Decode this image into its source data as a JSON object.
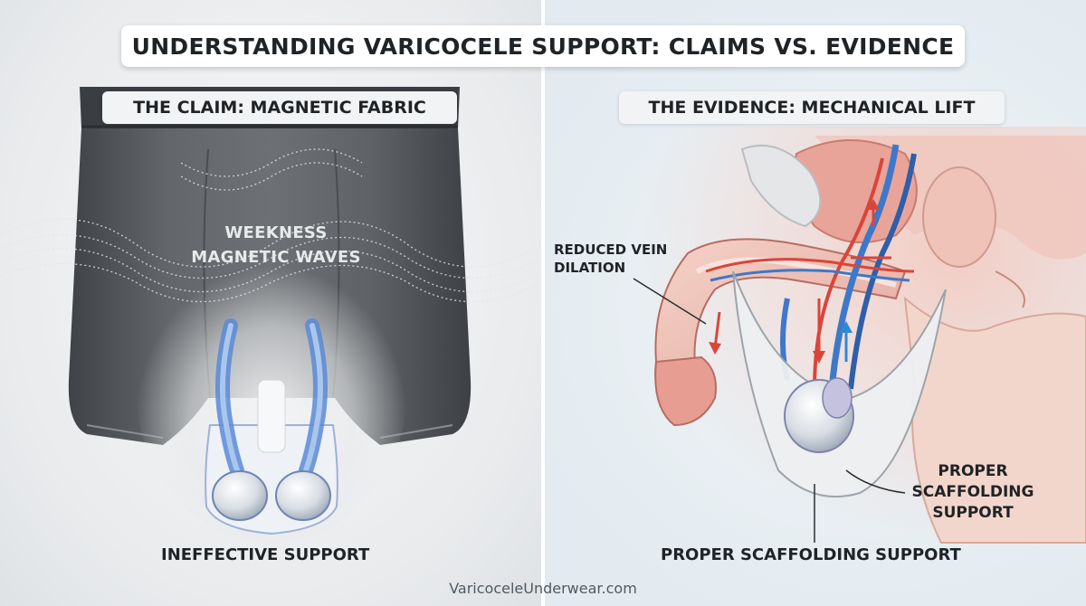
{
  "title": "UNDERSTANDING VARICOCELE SUPPORT: CLAIMS VS. EVIDENCE",
  "left_panel": {
    "label": "THE CLAIM: MAGNETIC FABRIC",
    "waves_line1": "WEEKNESS",
    "waves_line2": "MAGNETIC WAVES",
    "caption": "INEFFECTIVE SUPPORT"
  },
  "right_panel": {
    "label": "THE EVIDENCE: MECHANICAL LIFT",
    "annotation_vein_line1": "REDUCED VEIN",
    "annotation_vein_line2": "DILATION",
    "annotation_support_line1": "PROPER",
    "annotation_support_line2": "SCAFFOLDING",
    "annotation_support_line3": "SUPPORT",
    "caption": "PROPER SCAFFOLDING SUPPORT"
  },
  "footer": "VaricoceleUnderwear.com",
  "colors": {
    "fabric": "#5a5d61",
    "vein_blue": "#3f78c8",
    "artery_red": "#d9453a",
    "tissue_pink": "#e9a7a0"
  }
}
